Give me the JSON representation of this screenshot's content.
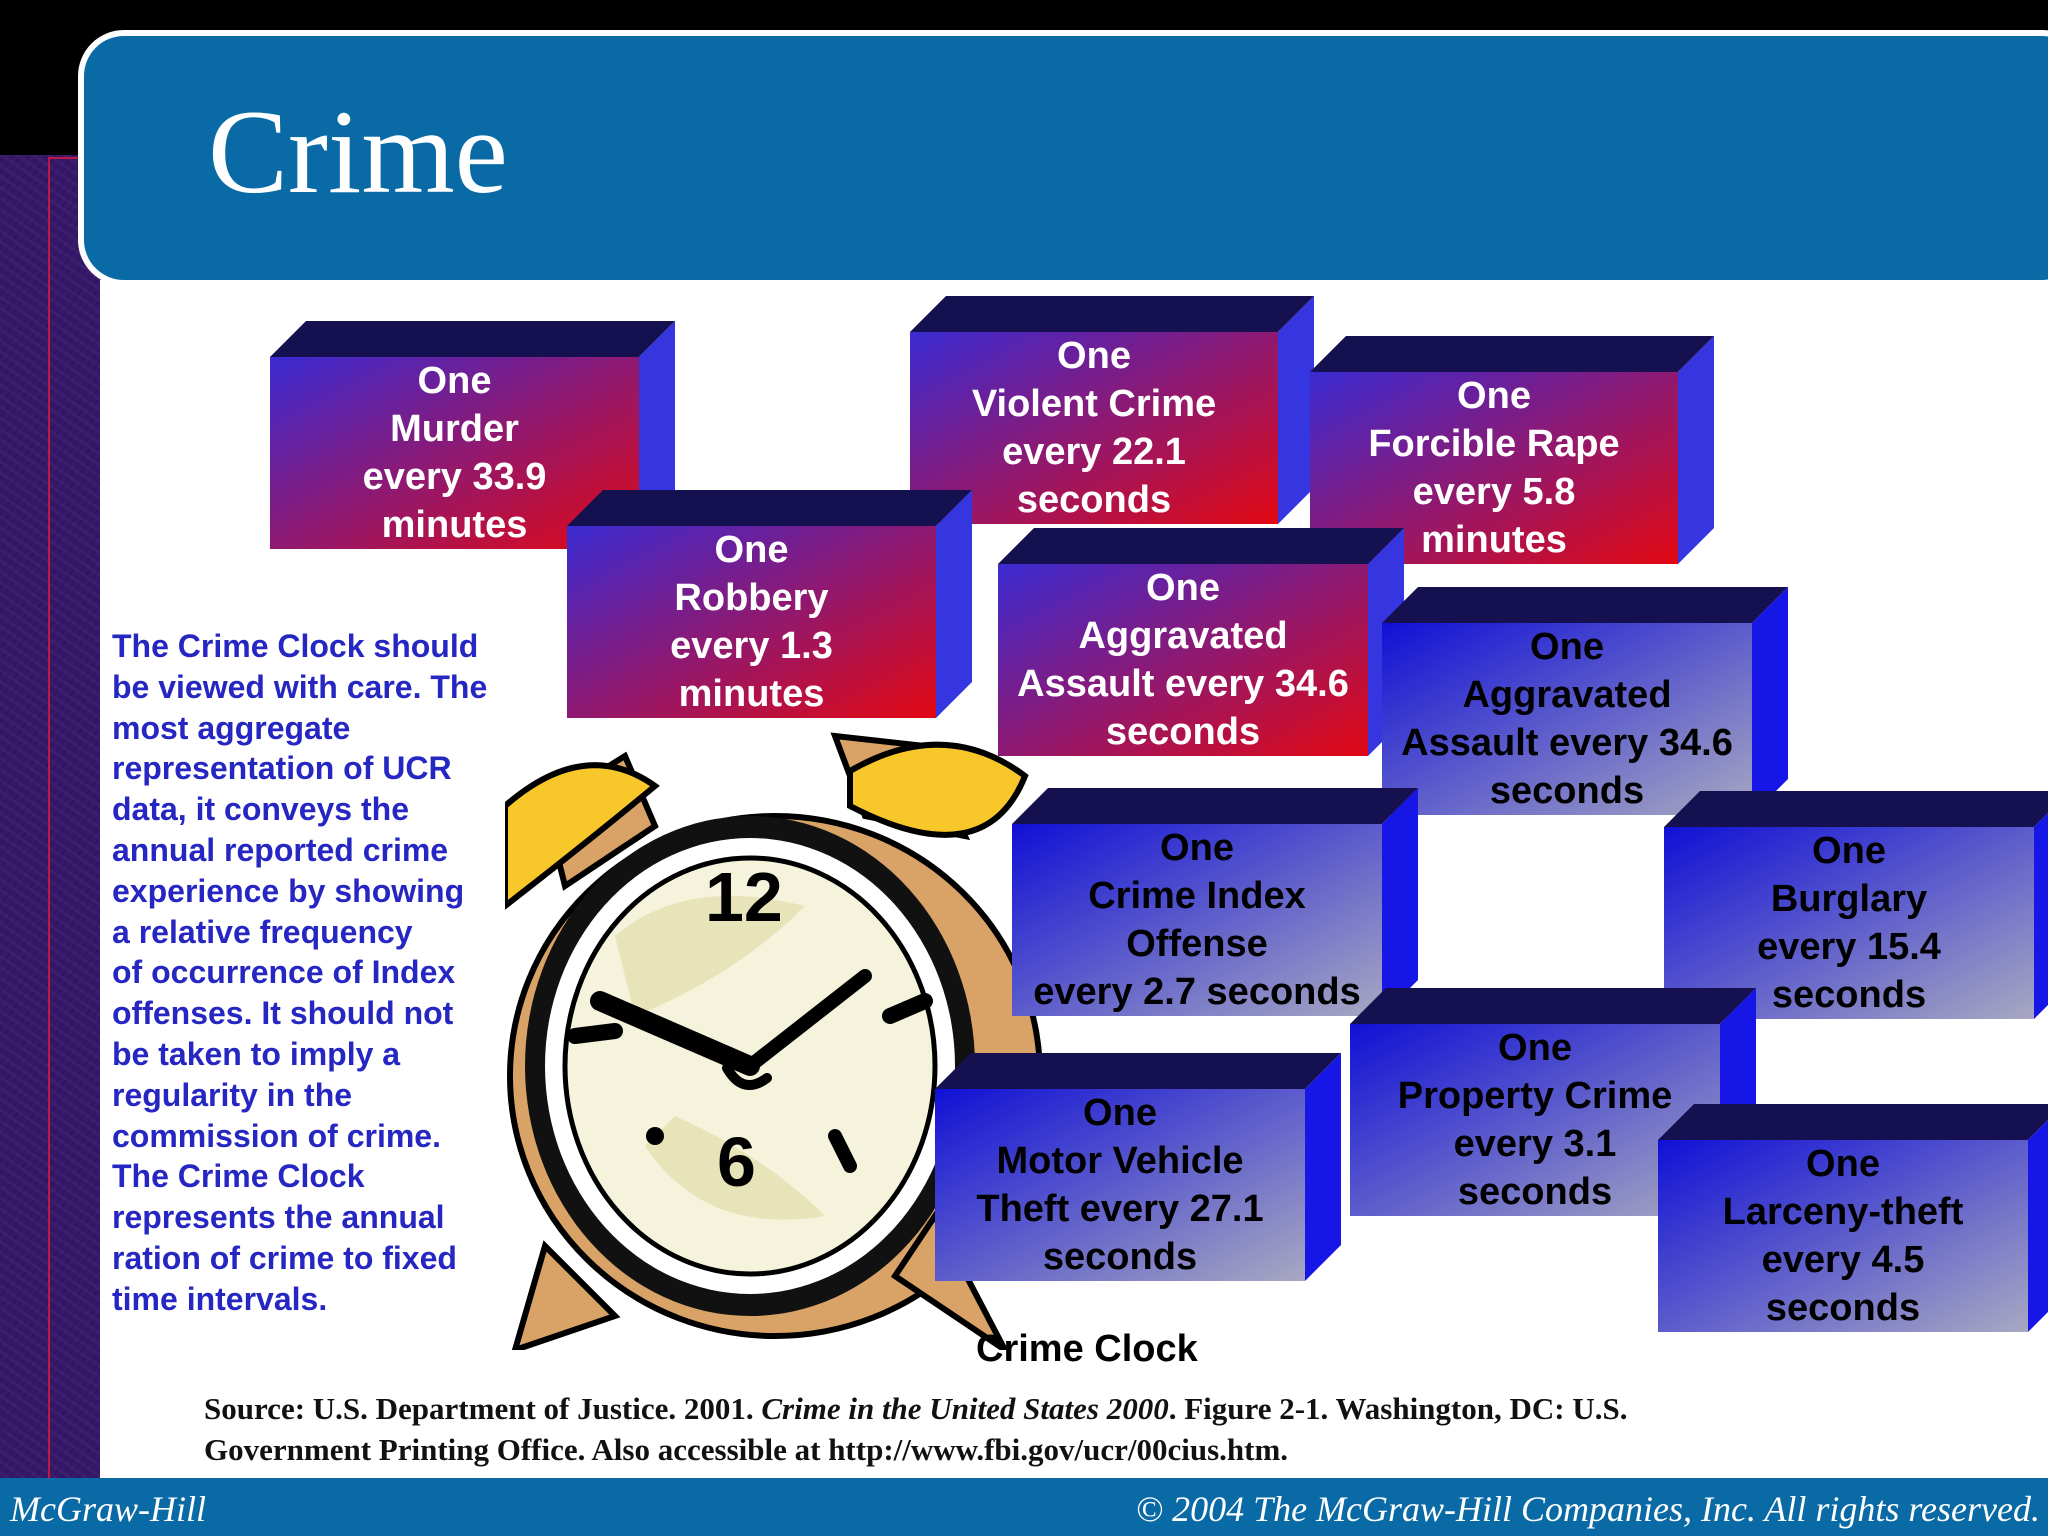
{
  "title": "Crime",
  "note_lines": [
    "The Crime Clock should",
    "be viewed with care. The",
    "most aggregate",
    "representation of UCR",
    "data, it conveys the",
    "annual reported crime",
    "experience by showing",
    "a relative frequency",
    "of occurrence of Index",
    "offenses. It should not",
    "be taken to imply a",
    "regularity in the",
    "commission of crime.",
    "The Crime Clock",
    "represents the annual",
    "ration of crime to fixed",
    "time intervals."
  ],
  "clock_caption": "Crime Clock",
  "source": {
    "prefix": "Source: U.S. Department of Justice. 2001.",
    "book_title": "Crime in the United States 2000",
    "suffix": ". Figure 2-1. Washington, DC: U.S.",
    "line2": "Government Printing Office. Also accessible at http://www.fbi.gov/ucr/00cius.htm."
  },
  "footer": {
    "left": "McGraw-Hill",
    "right": "© 2004 The McGraw-Hill Companies, Inc. All rights reserved."
  },
  "boxes": {
    "murder": [
      "One",
      "Murder",
      "every 33.9",
      "minutes"
    ],
    "violent": [
      "One",
      "Violent Crime",
      "every 22.1",
      "seconds"
    ],
    "rape": [
      "One",
      "Forcible Rape",
      "every 5.8",
      "minutes"
    ],
    "robbery": [
      "One",
      "Robbery",
      "every 1.3",
      "minutes"
    ],
    "aggravated_red": [
      "One",
      "Aggravated",
      "Assault every 34.6",
      "seconds"
    ],
    "aggravated_blue": [
      "One",
      "Aggravated",
      "Assault every 34.6",
      "seconds"
    ],
    "index": [
      "One",
      "Crime Index",
      "Offense",
      "every 2.7 seconds"
    ],
    "burglary": [
      "One",
      "Burglary",
      "every 15.4",
      "seconds"
    ],
    "property": [
      "One",
      "Property Crime",
      "every 3.1",
      "seconds"
    ],
    "motor": [
      "One",
      "Motor Vehicle",
      "Theft every 27.1",
      "seconds"
    ],
    "larceny": [
      "One",
      "Larceny-theft",
      "every 4.5",
      "seconds"
    ]
  },
  "colors": {
    "title_bar": "#0a6aa6",
    "note_text": "#2626c2",
    "violent_box_gradient": [
      "#3a2ad2",
      "#e20812"
    ],
    "property_box_gradient": [
      "#1010d6",
      "#a8a8c2"
    ],
    "box_top": "#15104f",
    "box_side": "#3636e0"
  }
}
